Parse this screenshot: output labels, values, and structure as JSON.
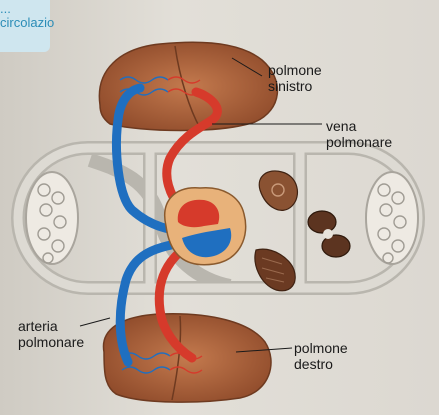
{
  "corner_heading": {
    "line1": "...",
    "line2": "circolazio"
  },
  "labels": {
    "left_lung": [
      "polmone",
      "sinistro"
    ],
    "pulmonary_vein": [
      "vena",
      "polmonare"
    ],
    "pulmonary_artery": [
      "arteria",
      "polmonare"
    ],
    "right_lung": [
      "polmone",
      "destro"
    ]
  },
  "colors": {
    "oxygenated_blood": "#d63a2b",
    "deoxygenated_blood": "#1f6fc0",
    "lung_tissue": "#b0613a",
    "vessel_ring": "#cfcdc7",
    "heart_wall": "#e8b27a"
  }
}
